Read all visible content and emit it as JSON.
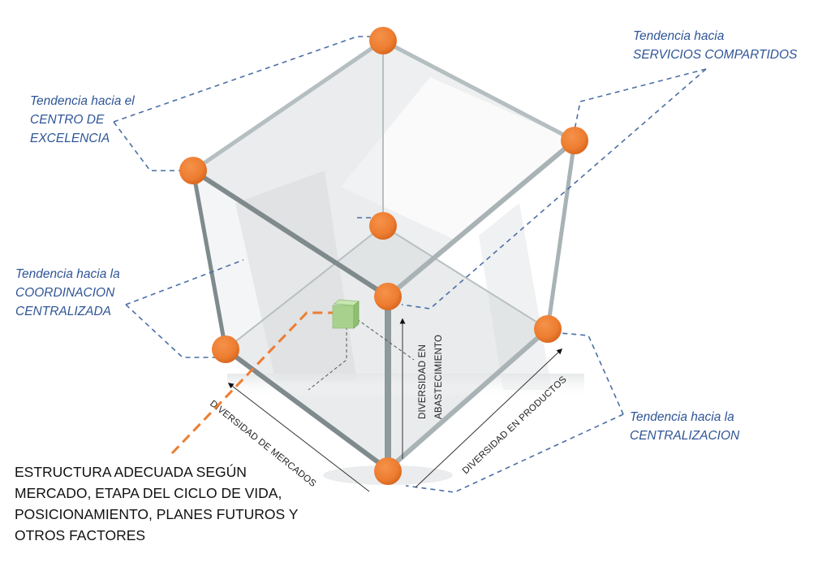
{
  "diagram": {
    "title": "Cubo de estructuras organizacionales",
    "callouts": {
      "centro_excelencia": {
        "line1": "Tendencia hacia el",
        "line2": "CENTRO DE",
        "line3": "EXCELENCIA"
      },
      "servicios_compartidos": {
        "line1": "Tendencia hacia",
        "line2": "SERVICIOS COMPARTIDOS"
      },
      "coordinacion_centralizada": {
        "line1": "Tendencia hacia la",
        "line2": "COORDINACION",
        "line3": "CENTRALIZADA"
      },
      "centralizacion": {
        "line1": "Tendencia hacia la",
        "line2": "CENTRALIZACION"
      }
    },
    "axes": {
      "mercados": "DIVERSIDAD DE MERCADOS",
      "abastecimiento_line1": "DIVERSIDAD EN",
      "abastecimiento_line2": "ABASTECIMIENTO",
      "productos": "DIVERSIDAD EN PRODUCTOS"
    },
    "note": {
      "line1": "ESTRUCTURA ADECUADA SEGÚN",
      "line2": "MERCADO, ETAPA DEL CICLO DE VIDA,",
      "line3": "POSICIONAMIENTO, PLANES FUTUROS Y",
      "line4": "OTROS FACTORES"
    },
    "colors": {
      "node": "#ed7d31",
      "callout_text": "#2f5597",
      "leader_line": "#4a6fa5",
      "position_marker": "#a9d18e",
      "orange_leader": "#ed7d31",
      "edge": "#a9b3b6"
    }
  }
}
